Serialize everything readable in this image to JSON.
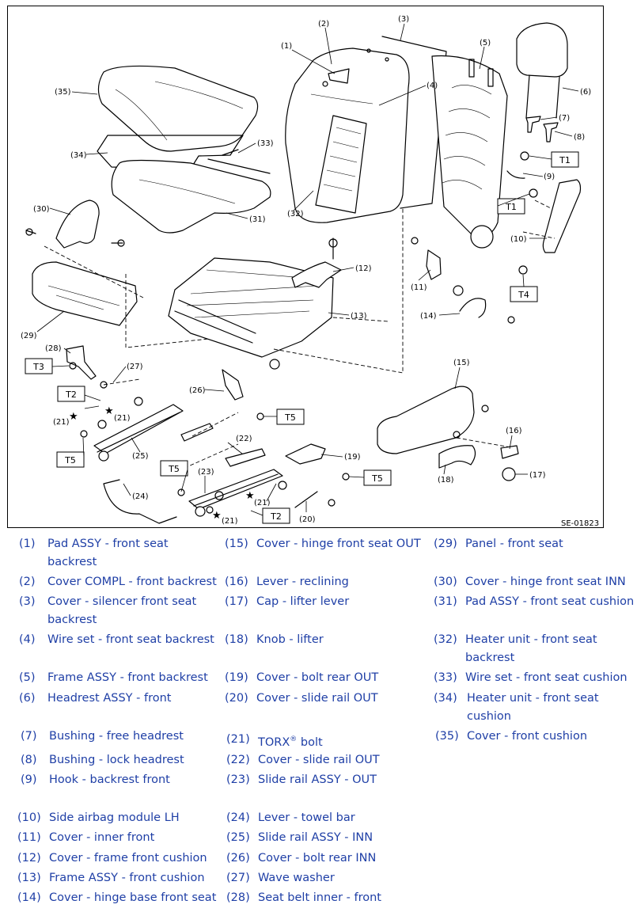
{
  "figure_id": "SE-01823",
  "callouts": {
    "c1": "(1)",
    "c2": "(2)",
    "c3": "(3)",
    "c4": "(4)",
    "c5": "(5)",
    "c6": "(6)",
    "c7": "(7)",
    "c8": "(8)",
    "c9": "(9)",
    "c10": "(10)",
    "c11": "(11)",
    "c12": "(12)",
    "c13": "(13)",
    "c14": "(14)",
    "c15": "(15)",
    "c16": "(16)",
    "c17": "(17)",
    "c18": "(18)",
    "c19": "(19)",
    "c20": "(20)",
    "c21": "(21)",
    "c22": "(22)",
    "c23": "(23)",
    "c24": "(24)",
    "c25": "(25)",
    "c26": "(26)",
    "c27": "(27)",
    "c28": "(28)",
    "c29": "(29)",
    "c30": "(30)",
    "c31": "(31)",
    "c32": "(32)",
    "c33": "(33)",
    "c34": "(34)",
    "c35": "(35)"
  },
  "torque_labels": {
    "t1": "T1",
    "t2": "T2",
    "t3": "T3",
    "t4": "T4",
    "t5": "T5"
  },
  "star": "★",
  "legend": [
    {
      "num": "(1)",
      "line1": "Pad ASSY - front seat",
      "line2": "backrest"
    },
    {
      "num": "(2)",
      "line1": "Cover COMPL - front backrest",
      "line2": ""
    },
    {
      "num": "(3)",
      "line1": "Cover - silencer front seat",
      "line2": "backrest"
    },
    {
      "num": "(4)",
      "line1": "Wire set - front seat backrest",
      "line2": ""
    },
    {
      "num": "(5)",
      "line1": "Frame ASSY - front backrest",
      "line2": ""
    },
    {
      "num": "(6)",
      "line1": "Headrest ASSY - front",
      "line2": ""
    },
    {
      "num": "(7)",
      "line1": "Bushing - free headrest",
      "line2": ""
    },
    {
      "num": "(8)",
      "line1": "Bushing - lock headrest",
      "line2": ""
    },
    {
      "num": "(9)",
      "line1": "Hook - backrest front",
      "line2": ""
    },
    {
      "num": "(10)",
      "line1": "Side airbag module LH",
      "line2": ""
    },
    {
      "num": "(11)",
      "line1": "Cover - inner front",
      "line2": ""
    },
    {
      "num": "(12)",
      "line1": "Cover - frame front cushion",
      "line2": ""
    },
    {
      "num": "(13)",
      "line1": "Frame ASSY - front cushion",
      "line2": ""
    },
    {
      "num": "(14)",
      "line1": "Cover - hinge base front seat",
      "line2": ""
    },
    {
      "num": "(15)",
      "line1": "Cover - hinge front seat OUT",
      "line2": ""
    },
    {
      "num": "(16)",
      "line1": "Lever - reclining",
      "line2": ""
    },
    {
      "num": "(17)",
      "line1": "Cap - lifter lever",
      "line2": ""
    },
    {
      "num": "(18)",
      "line1": "Knob - lifter",
      "line2": ""
    },
    {
      "num": "(19)",
      "line1": "Cover - bolt rear OUT",
      "line2": ""
    },
    {
      "num": "(20)",
      "line1": "Cover - slide rail OUT",
      "line2": ""
    },
    {
      "num": "(21)",
      "line1": "TORX",
      "sup": "®",
      "line1b": " bolt",
      "line2": ""
    },
    {
      "num": "(22)",
      "line1": "Cover - slide rail OUT",
      "line2": ""
    },
    {
      "num": "(23)",
      "line1": "Slide rail ASSY - OUT",
      "line2": ""
    },
    {
      "num": "(24)",
      "line1": "Lever - towel bar",
      "line2": ""
    },
    {
      "num": "(25)",
      "line1": "Slide rail ASSY - INN",
      "line2": ""
    },
    {
      "num": "(26)",
      "line1": "Cover - bolt rear INN",
      "line2": ""
    },
    {
      "num": "(27)",
      "line1": "Wave washer",
      "line2": ""
    },
    {
      "num": "(28)",
      "line1": "Seat belt inner - front",
      "line2": ""
    },
    {
      "num": "(29)",
      "line1": "Panel - front seat",
      "line2": ""
    },
    {
      "num": "(30)",
      "line1": "Cover - hinge front seat INN",
      "line2": ""
    },
    {
      "num": "(31)",
      "line1": "Pad ASSY - front seat cushion",
      "line2": ""
    },
    {
      "num": "(32)",
      "line1": "Heater unit - front seat",
      "line2": "backrest"
    },
    {
      "num": "(33)",
      "line1": "Wire set - front seat cushion",
      "line2": ""
    },
    {
      "num": "(34)",
      "line1": "Heater unit - front seat",
      "line2": "cushion"
    },
    {
      "num": "(35)",
      "line1": "Cover - front cushion",
      "line2": ""
    }
  ],
  "colors": {
    "legend_text": "#1f3fa6",
    "line": "#000000",
    "background": "#ffffff"
  }
}
